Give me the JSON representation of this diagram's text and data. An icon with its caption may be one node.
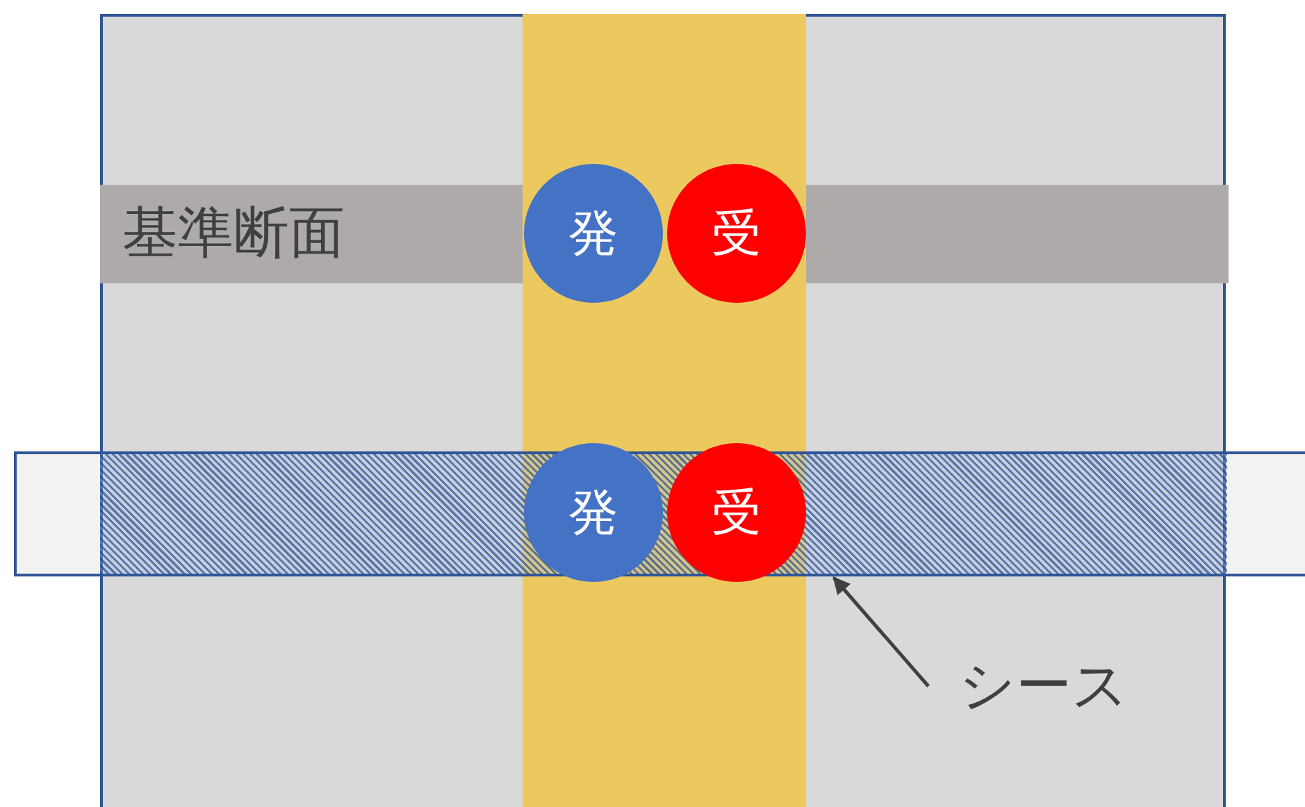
{
  "diagram": {
    "nodes": [
      {
        "text": [
          "基準断面"
        ]
      },
      {
        "text": [
          "発"
        ]
      },
      {
        "text": [
          "受"
        ]
      },
      {
        "text": [
          "発"
        ]
      },
      {
        "text": [
          "受"
        ]
      },
      {
        "text": [
          "シース"
        ]
      },
      {
        "text": [],
        "shape": "bar"
      }
    ],
    "edges": [
      {
        "from": 5,
        "to": 6,
        "arrow": "to"
      }
    ]
  }
}
